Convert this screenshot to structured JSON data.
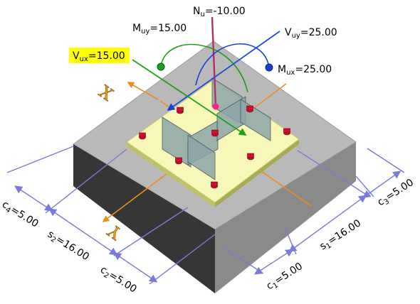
{
  "loads": {
    "nu_main": "N",
    "nu_sub": "u",
    "nu_value": "=-10.00",
    "muy_main": "M",
    "muy_sub": "uy",
    "muy_value": "=15.00",
    "vuy_main": "V",
    "vuy_sub": "uy",
    "vuy_value": "=25.00",
    "vux_main": "V",
    "vux_sub": "ux",
    "vux_value": "=15.00",
    "mux_main": "M",
    "mux_sub": "ux",
    "mux_value": "=25.00"
  },
  "axes": {
    "x_label": "X",
    "y_label": "Y"
  },
  "dimensions": {
    "c4_main": "c",
    "c4_sub": "4",
    "c4_value": "=5.00",
    "s2_main": "s",
    "s2_sub": "2",
    "s2_value": "=16.00",
    "c2_main": "c",
    "c2_sub": "2",
    "c2_value": "=5.00",
    "c1_main": "c",
    "c1_sub": "1",
    "c1_value": "=5.00",
    "s1_main": "s",
    "s1_sub": "1",
    "s1_value": "=16.00",
    "c3_main": "c",
    "c3_sub": "3",
    "c3_value": "=5.00"
  },
  "colors": {
    "concrete_top": "#b9b9b9",
    "concrete_left": "#3a3a3a",
    "concrete_right": "#8a8a8a",
    "base_plate": "#f7f7b8",
    "column_steel": "#8da5a8",
    "anchor": "#cc1030",
    "axis_line": "#f08c1a",
    "dimension_line": "#7a7ad8",
    "normal_force": "#b0306a",
    "moment_y": "#1e9c1e",
    "shear_y": "#1a4fd6",
    "shear_x": "#1ea01e",
    "moment_x": "#1a3fd0",
    "highlight": "#ffff00"
  }
}
